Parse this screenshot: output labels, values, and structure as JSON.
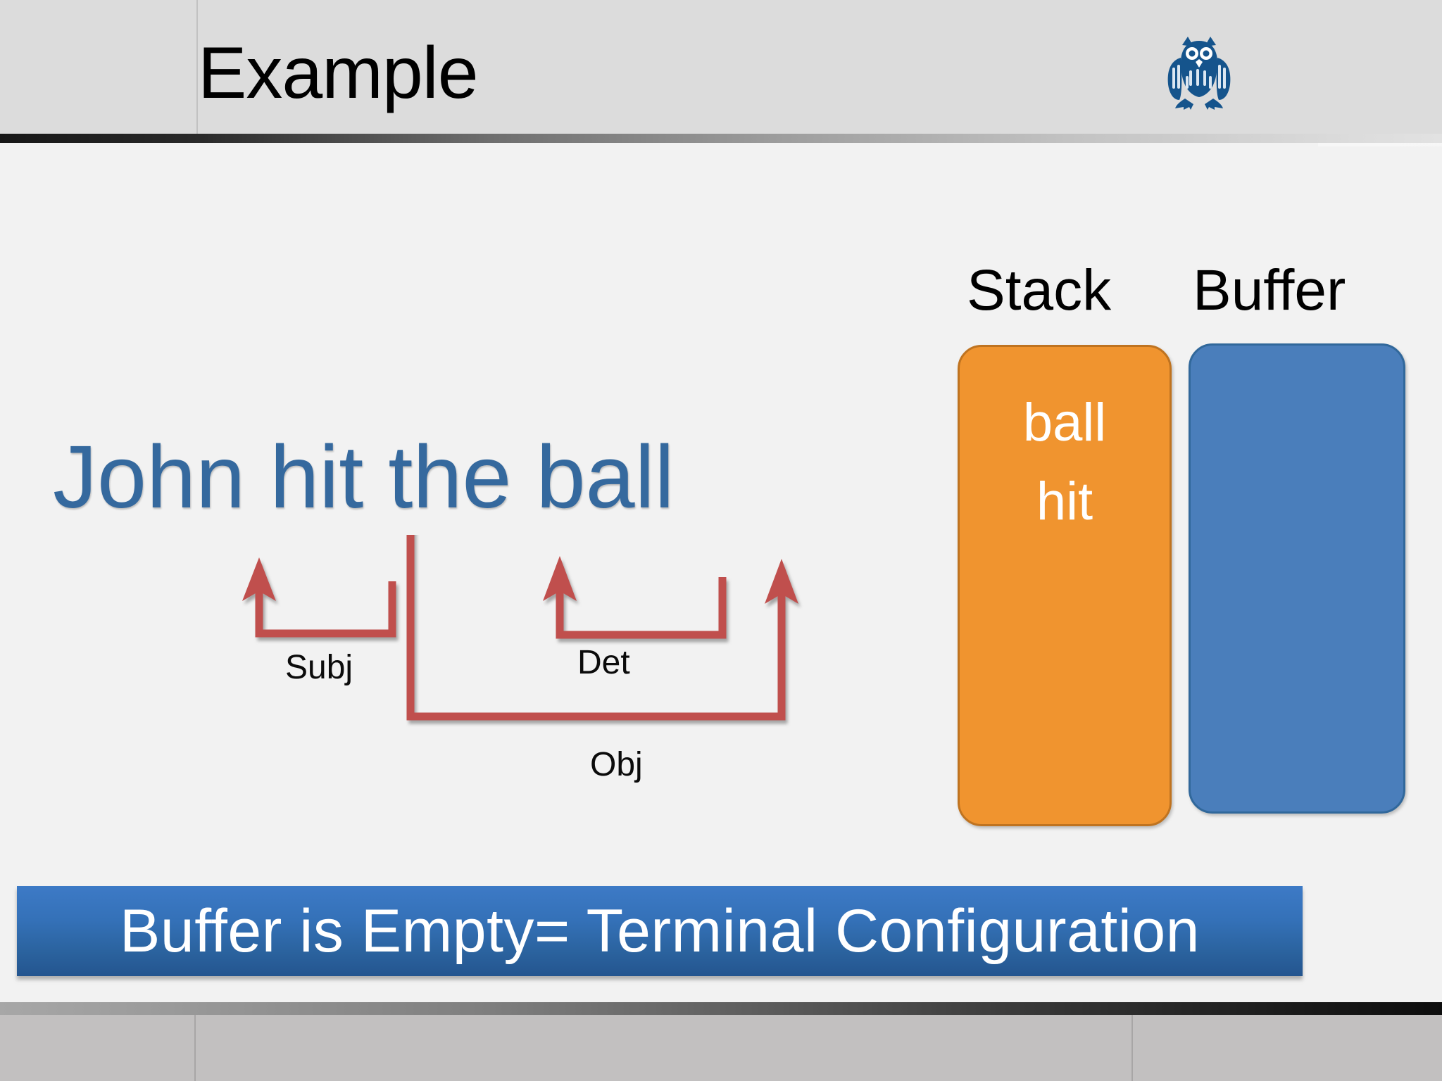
{
  "slide": {
    "title": "Example",
    "logo_icon": "owl-logo-icon"
  },
  "sentence": {
    "text": "John hit the ball",
    "tokens": [
      "John",
      "hit",
      "the",
      "ball"
    ],
    "color": "#35699e"
  },
  "dependency_graph": {
    "arc_color": "#c0504d",
    "arcs": [
      {
        "label": "Subj",
        "head": "hit",
        "dependent": "John"
      },
      {
        "label": "Det",
        "head": "ball",
        "dependent": "the"
      },
      {
        "label": "Obj",
        "head": "hit",
        "dependent": "ball"
      }
    ],
    "labels": {
      "subj": "Subj",
      "det": "Det",
      "obj": "Obj"
    }
  },
  "parser_state": {
    "stack": {
      "heading": "Stack",
      "items": [
        "ball",
        "hit"
      ],
      "fill_color": "#f0942f",
      "border_color": "#bf7320"
    },
    "buffer": {
      "heading": "Buffer",
      "items": [],
      "fill_color": "#4a7ebb",
      "border_color": "#31689b"
    }
  },
  "banner": {
    "text": "Buffer is Empty= Terminal Configuration",
    "gradient_top": "#3d7ac6",
    "gradient_bottom": "#24558f",
    "text_color": "#ffffff"
  }
}
